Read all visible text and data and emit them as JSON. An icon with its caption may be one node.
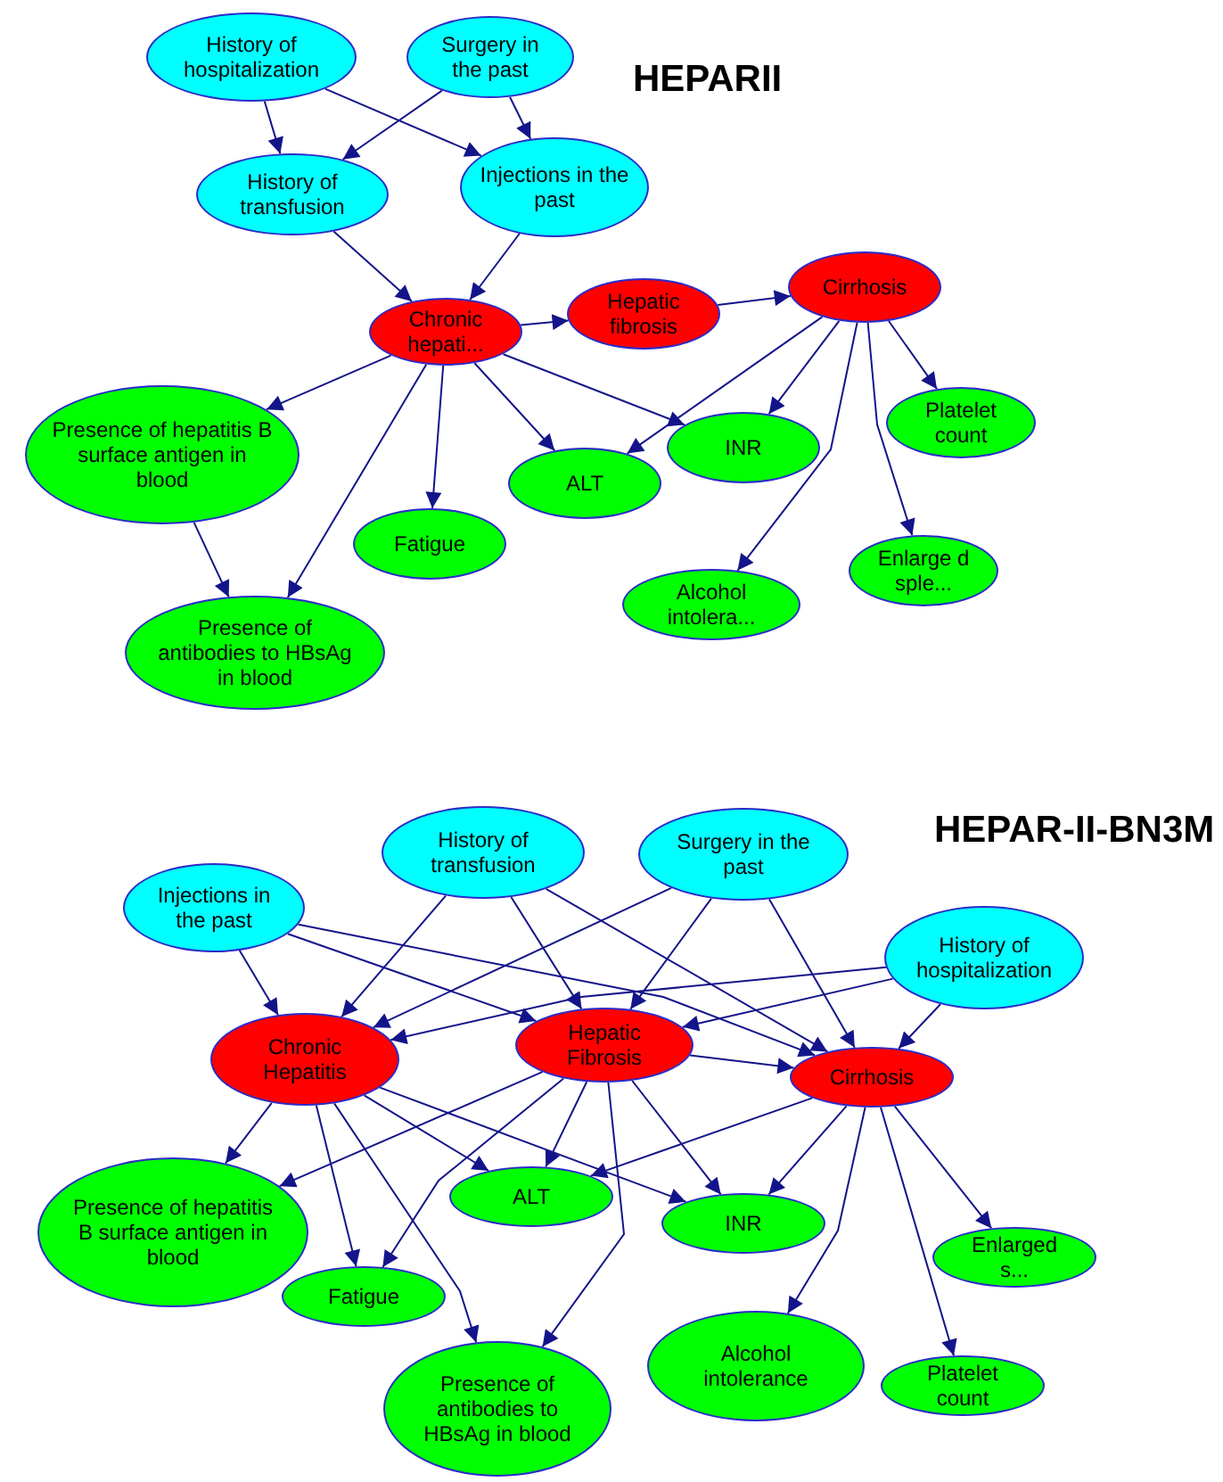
{
  "diagram": {
    "nodes": [
      {
        "text": [
          "History of hospitalization"
        ]
      },
      {
        "text": [
          "Surgery in the past"
        ]
      },
      {
        "text": [
          "History of transfusion"
        ]
      },
      {
        "text": [
          "Injections in the past"
        ]
      },
      {
        "text": [
          "Chronic hepati..."
        ]
      },
      {
        "text": [
          "Hepatic fibrosis"
        ]
      },
      {
        "text": [
          "Cirrhosis"
        ]
      },
      {
        "text": [
          "Presence of hepatitis B surface antigen in blood"
        ]
      },
      {
        "text": [
          "Fatigue"
        ]
      },
      {
        "text": [
          "ALT"
        ]
      },
      {
        "text": [
          "INR"
        ]
      },
      {
        "text": [
          "Platelet count"
        ]
      },
      {
        "text": [
          "Enlarge d sple..."
        ]
      },
      {
        "text": [
          "Alcohol intolera..."
        ]
      },
      {
        "text": [
          "Presence of antibodies to HBsAg in blood"
        ]
      },
      {
        "text": [
          "Injections in the past"
        ]
      },
      {
        "text": [
          "History of transfusion"
        ]
      },
      {
        "text": [
          "Surgery in the past"
        ]
      },
      {
        "text": [
          "History of hospitalization"
        ]
      },
      {
        "text": [
          "Chronic Hepatitis"
        ]
      },
      {
        "text": [
          "Hepatic Fibrosis"
        ]
      },
      {
        "text": [
          "Cirrhosis"
        ]
      },
      {
        "text": [
          "Presence of hepatitis B surface antigen in blood"
        ]
      },
      {
        "text": [
          "ALT"
        ]
      },
      {
        "text": [
          "INR"
        ]
      },
      {
        "text": [
          "Enlarged s..."
        ]
      },
      {
        "text": [
          "Fatigue"
        ]
      },
      {
        "text": [
          "Alcohol intolerance"
        ]
      },
      {
        "text": [
          "Platelet count"
        ]
      },
      {
        "text": [
          "Presence of antibodies to HBsAg in blood"
        ]
      }
    ],
    "edges": [
      {
        "from": 0,
        "to": 2,
        "arrow": "to"
      },
      {
        "from": 0,
        "to": 3,
        "arrow": "to"
      },
      {
        "from": 1,
        "to": 2,
        "arrow": "to"
      },
      {
        "from": 1,
        "to": 3,
        "arrow": "to"
      },
      {
        "from": 2,
        "to": 4,
        "arrow": "to"
      },
      {
        "from": 3,
        "to": 4,
        "arrow": "to"
      },
      {
        "from": 4,
        "to": 5,
        "arrow": "to"
      },
      {
        "from": 5,
        "to": 6,
        "arrow": "to"
      },
      {
        "from": 4,
        "to": 7,
        "arrow": "to"
      },
      {
        "from": 4,
        "to": 14,
        "arrow": "to"
      },
      {
        "from": 4,
        "to": 8,
        "arrow": "to"
      },
      {
        "from": 4,
        "to": 9,
        "arrow": "to"
      },
      {
        "from": 4,
        "to": 10,
        "arrow": "to"
      },
      {
        "from": 6,
        "to": 9,
        "arrow": "to"
      },
      {
        "from": 6,
        "to": 10,
        "arrow": "to"
      },
      {
        "from": 6,
        "to": 13,
        "arrow": "to"
      },
      {
        "from": 6,
        "to": 12,
        "arrow": "to"
      },
      {
        "from": 6,
        "to": 11,
        "arrow": "to"
      },
      {
        "from": 7,
        "to": 14,
        "arrow": "to"
      },
      {
        "from": 15,
        "to": 19,
        "arrow": "to"
      },
      {
        "from": 15,
        "to": 20,
        "arrow": "to"
      },
      {
        "from": 15,
        "to": 21,
        "arrow": "to"
      },
      {
        "from": 16,
        "to": 19,
        "arrow": "to"
      },
      {
        "from": 16,
        "to": 20,
        "arrow": "to"
      },
      {
        "from": 16,
        "to": 21,
        "arrow": "to"
      },
      {
        "from": 17,
        "to": 19,
        "arrow": "to"
      },
      {
        "from": 17,
        "to": 20,
        "arrow": "to"
      },
      {
        "from": 17,
        "to": 21,
        "arrow": "to"
      },
      {
        "from": 18,
        "to": 19,
        "arrow": "to"
      },
      {
        "from": 18,
        "to": 20,
        "arrow": "to"
      },
      {
        "from": 18,
        "to": 21,
        "arrow": "to"
      },
      {
        "from": 20,
        "to": 21,
        "arrow": "to"
      },
      {
        "from": 19,
        "to": 22,
        "arrow": "to"
      },
      {
        "from": 19,
        "to": 26,
        "arrow": "to"
      },
      {
        "from": 19,
        "to": 29,
        "arrow": "to"
      },
      {
        "from": 19,
        "to": 23,
        "arrow": "to"
      },
      {
        "from": 19,
        "to": 24,
        "arrow": "to"
      },
      {
        "from": 20,
        "to": 22,
        "arrow": "to"
      },
      {
        "from": 20,
        "to": 26,
        "arrow": "to"
      },
      {
        "from": 20,
        "to": 29,
        "arrow": "to"
      },
      {
        "from": 20,
        "to": 23,
        "arrow": "to"
      },
      {
        "from": 20,
        "to": 24,
        "arrow": "to"
      },
      {
        "from": 21,
        "to": 23,
        "arrow": "to"
      },
      {
        "from": 21,
        "to": 24,
        "arrow": "to"
      },
      {
        "from": 21,
        "to": 27,
        "arrow": "to"
      },
      {
        "from": 21,
        "to": 28,
        "arrow": "to"
      },
      {
        "from": 21,
        "to": 25,
        "arrow": "to"
      }
    ],
    "labels": [
      "HEPARII",
      "HEPAR-II-BN3M"
    ]
  }
}
